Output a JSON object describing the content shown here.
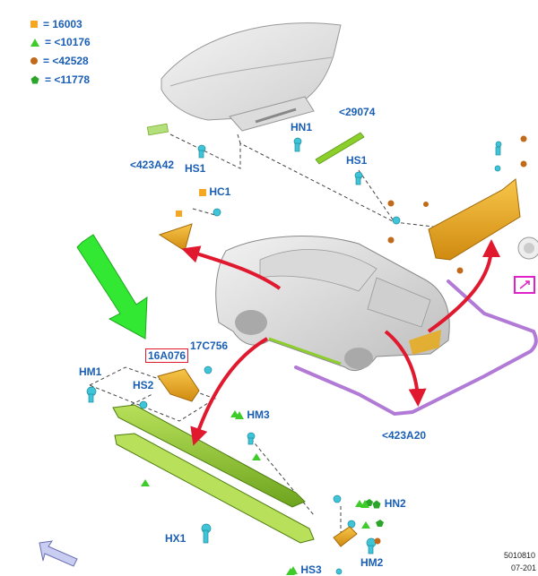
{
  "legend": [
    {
      "symbol": "square",
      "color": "#f5a623",
      "text": "= 16003"
    },
    {
      "symbol": "triangle",
      "color": "#3dcc2a",
      "text": "= <10176"
    },
    {
      "symbol": "circle",
      "color": "#c06a1a",
      "text": "= <42528"
    },
    {
      "symbol": "pentagon",
      "color": "#2aa52a",
      "text": "= <11778"
    }
  ],
  "callouts": {
    "c29074": "<29074",
    "hn1": "HN1",
    "a423a42": "<423A42",
    "hs1a": "HS1",
    "hs1b": "HS1",
    "hc1": "HC1",
    "c16a076": "16A076",
    "c17c756": "17C756",
    "hm1": "HM1",
    "hs2": "HS2",
    "hm3": "HM3",
    "a423a20": "<423A20",
    "hn2": "HN2",
    "hx1": "HX1",
    "hm2": "HM2",
    "hs3": "HS3"
  },
  "doc_number": "5010810",
  "doc_date": "07-201",
  "colors": {
    "label_blue": "#1a5fb4",
    "arrow_red": "#e0192f",
    "arrow_green": "#32e832",
    "part_yellow": "#e8a91a",
    "part_green": "#8ccf2a",
    "molding_purple": "#b07ad6",
    "clip_cyan": "#3fc4d8",
    "highlight_magenta": "#e020c8"
  },
  "icons": [
    "front-direction-arrow-icon",
    "reference-link-icon"
  ]
}
